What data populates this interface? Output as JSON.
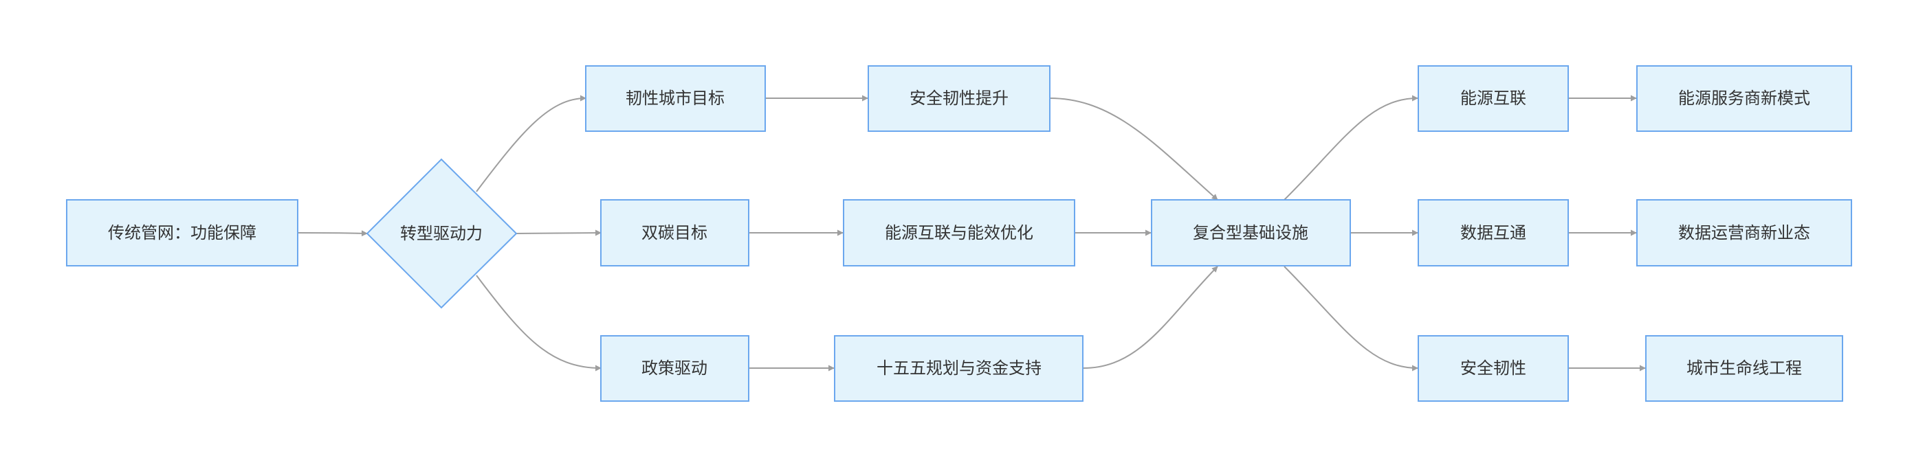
{
  "colors": {
    "node_fill": "#e3f3fc",
    "node_border": "#6ba7ee",
    "edge": "#9e9e9e",
    "text": "#333333"
  },
  "nodes": {
    "traditional": "传统管网：功能保障",
    "driver": "转型驱动力",
    "resilient_city": "韧性城市目标",
    "safety_upgrade": "安全韧性提升",
    "dual_carbon": "双碳目标",
    "energy_efficiency": "能源互联与能效优化",
    "policy": "政策驱动",
    "plan_funding": "十五五规划与资金支持",
    "composite": "复合型基础设施",
    "energy_internet": "能源互联",
    "energy_service": "能源服务商新模式",
    "data_interconnect": "数据互通",
    "data_operator": "数据运营商新业态",
    "safety_resilience": "安全韧性",
    "lifeline": "城市生命线工程"
  }
}
